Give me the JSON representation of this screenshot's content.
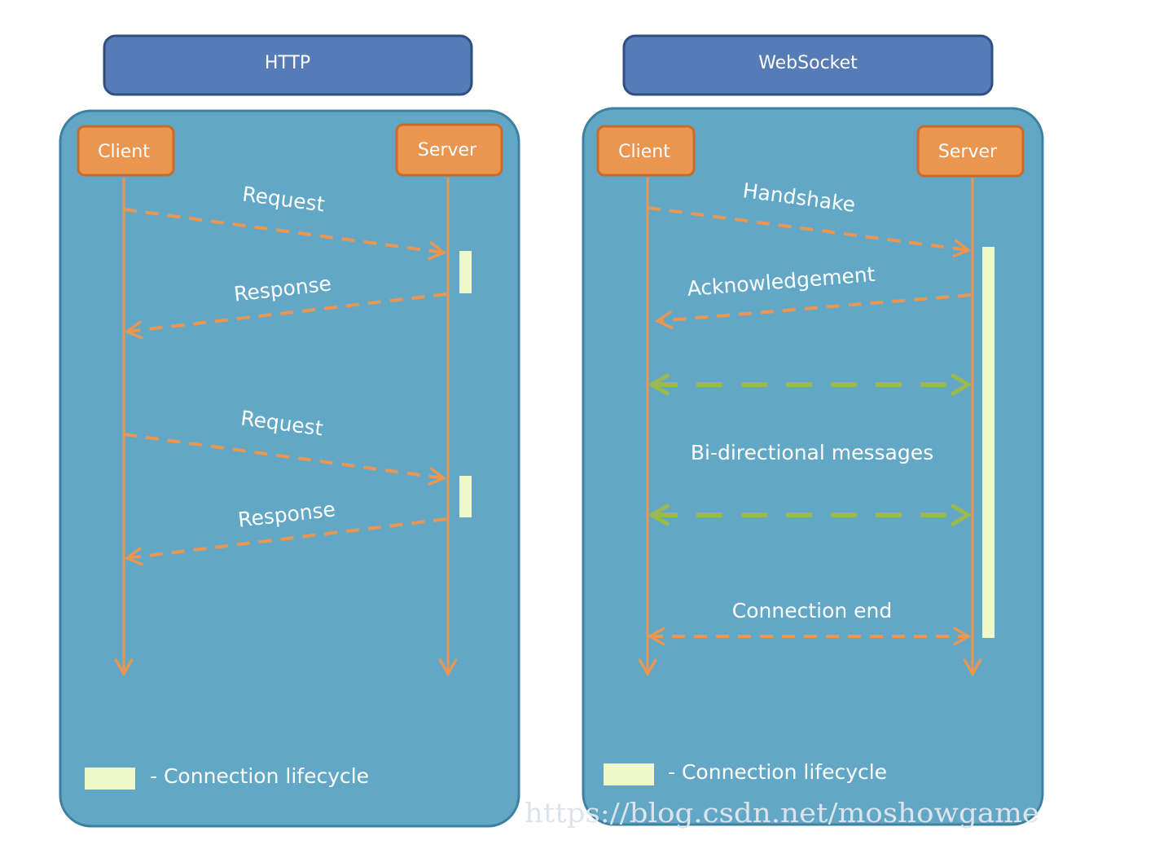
{
  "colors": {
    "panel": "#62a8c6",
    "panel_border": "#3d80a0",
    "header": "#557cb7",
    "header_border": "#2f4f80",
    "actor": "#ea9550",
    "actor_border": "#c86c2a",
    "line_orange": "#ea9550",
    "line_green": "#9ab84e",
    "lifecycle": "#eef8c8"
  },
  "http": {
    "title": "HTTP",
    "client": "Client",
    "server": "Server",
    "messages": [
      "Request",
      "Response",
      "Request",
      "Response"
    ],
    "legend": "- Connection lifecycle"
  },
  "websocket": {
    "title": "WebSocket",
    "client": "Client",
    "server": "Server",
    "messages": [
      "Handshake",
      "Acknowledgement",
      "Bi-directional messages",
      "Connection end"
    ],
    "legend": "- Connection lifecycle"
  },
  "watermark": "https://blog.csdn.net/moshowgame"
}
